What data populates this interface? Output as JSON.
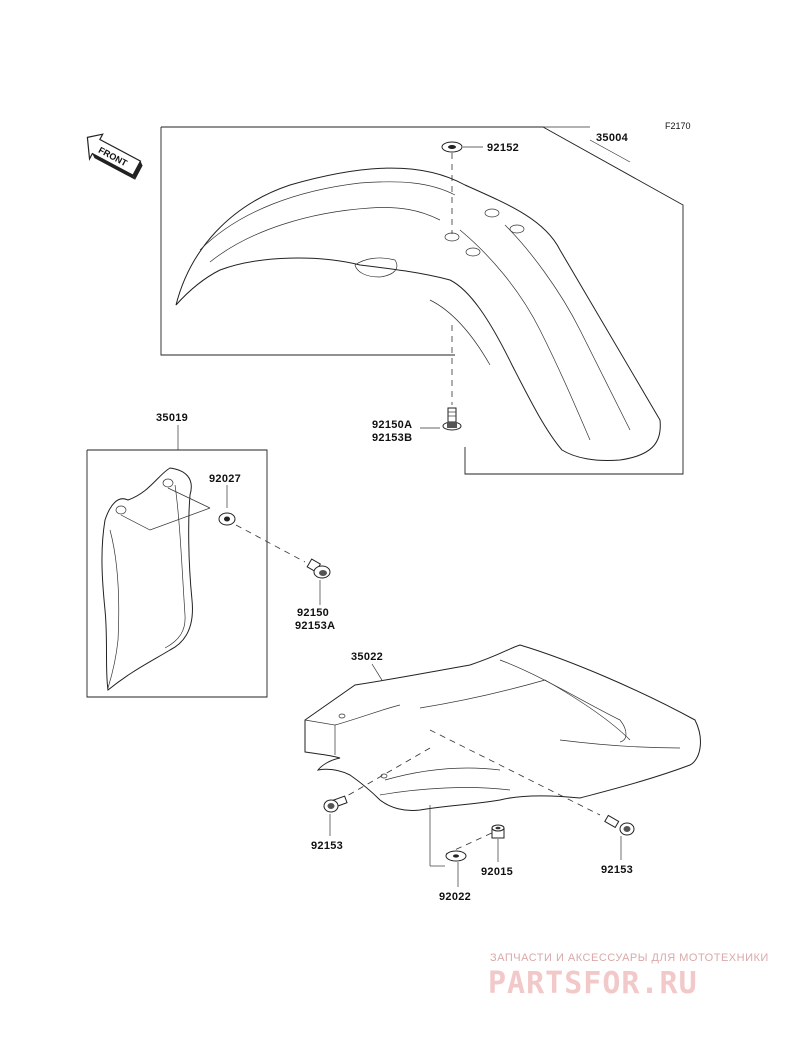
{
  "diagram": {
    "code": "F2170",
    "front_label": "FRONT",
    "labels": {
      "p35004": "35004",
      "p92152": "92152",
      "p92150A": "92150A",
      "p92153B": "92153B",
      "p35019": "35019",
      "p92027": "92027",
      "p92150": "92150",
      "p92153A": "92153A",
      "p35022": "35022",
      "p92153_left": "92153",
      "p92015": "92015",
      "p92022": "92022",
      "p92153_right": "92153"
    }
  },
  "watermark": {
    "tagline": "ЗАПЧАСТИ И АКСЕССУАРЫ ДЛЯ МОТОТЕХНИКИ",
    "logo": "PARTSFOR.RU",
    "color": "#f2c8c8"
  }
}
